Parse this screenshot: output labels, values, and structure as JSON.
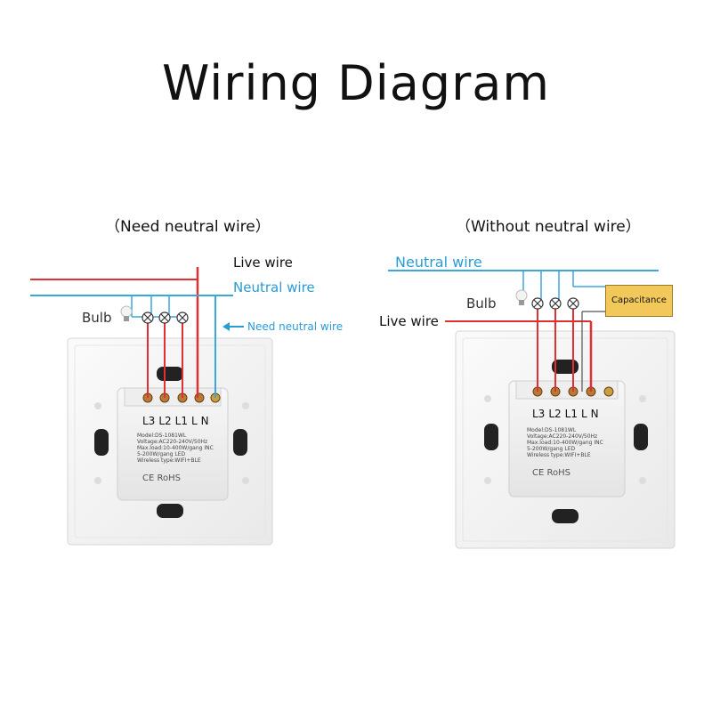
{
  "title": "Wiring Diagram",
  "left": {
    "subtitle": "（Need neutral wire）",
    "live_label": "Live wire",
    "neutral_label": "Neutral wire",
    "bulb_label": "Bulb",
    "need_neutral_label": "Need neutral wire",
    "terminals": [
      "L3",
      "L2",
      "L1",
      "L",
      "N"
    ],
    "module_text": [
      "Model:DS-1081WL",
      "Voltage:AC220-240V/50Hz",
      "Max.load:10-400W/gang  INC",
      "5-200W/gang  LED",
      "Wireless type:WIFI+BLE"
    ],
    "cert_text": "CE  RoHS"
  },
  "right": {
    "subtitle": "（Without neutral wire）",
    "live_label": "Live wire",
    "neutral_label": "Neutral wire",
    "bulb_label": "Bulb",
    "capacitance_label": "Capacitance",
    "terminals": [
      "L3",
      "L2",
      "L1",
      "L",
      "N"
    ],
    "module_text": [
      "Model:DS-1081WL",
      "Voltage:AC220-240V/50Hz",
      "Max.load:10-400W/gang  INC",
      "5-200W/gang  LED",
      "Wireless type:WIFI+BLE"
    ],
    "cert_text": "CE  RoHS"
  },
  "colors": {
    "live": "#e03030",
    "neutral": "#3aa7dc",
    "title": "#111111"
  }
}
